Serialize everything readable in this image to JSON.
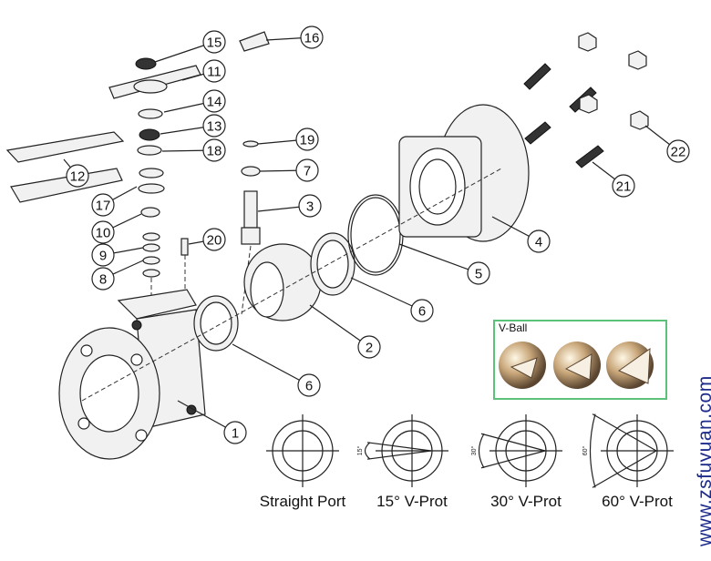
{
  "diagram": {
    "callouts": [
      "15",
      "16",
      "11",
      "14",
      "13",
      "18",
      "19",
      "7",
      "12",
      "17",
      "3",
      "10",
      "20",
      "9",
      "8",
      "4",
      "5",
      "6",
      "2",
      "6",
      "1",
      "21",
      "22"
    ],
    "inset": {
      "label": "V-Ball",
      "border_color": "#5cc27a"
    },
    "port_types": [
      {
        "label": "Straight Port",
        "angle": 0
      },
      {
        "label": "15° V-Prot",
        "angle": 15,
        "dim": "15°"
      },
      {
        "label": "30° V-Prot",
        "angle": 30,
        "dim": "30°"
      },
      {
        "label": "60° V-Prot",
        "angle": 60,
        "dim": "60°"
      }
    ],
    "website": "www.zsfuyuan.com",
    "website_color": "#1c2b8c"
  }
}
